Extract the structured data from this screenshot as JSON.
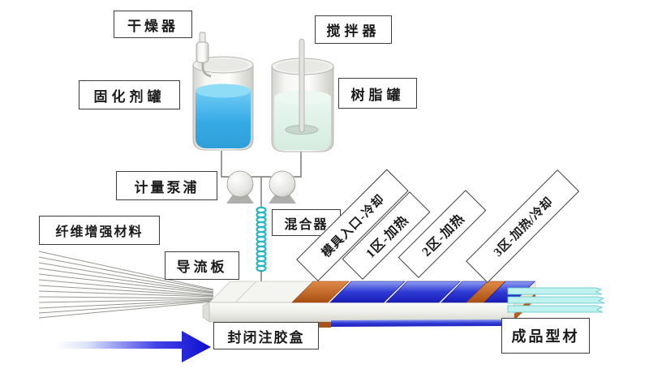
{
  "diagram": {
    "labels": {
      "dryer": "干燥器",
      "stirrer": "搅拌器",
      "curing_agent_tank": "固化剂罐",
      "resin_tank": "树脂罐",
      "metering_pump": "计量泵浦",
      "mixer": "混合器",
      "fiber_reinforcement": "纤维增强材料",
      "guide_plate": "导流板",
      "injection_box": "封闭注胶盒",
      "finished_profile": "成品型材",
      "mold_zones": [
        "模具入口-冷却",
        "1区-加热",
        "2区-加热",
        "3区-加热/冷却"
      ]
    },
    "colors": {
      "curing_agent_liquid": "#3fb0ea",
      "resin_liquid": "#def1e8",
      "mixer_coil": "#2ab6c6",
      "heating_zone_blue": "#2a32cc",
      "cooling_zone_orange": "#c2601e",
      "flow_arrow_blue": "#1414dd",
      "profile_cyan": "#bff0ed"
    }
  }
}
